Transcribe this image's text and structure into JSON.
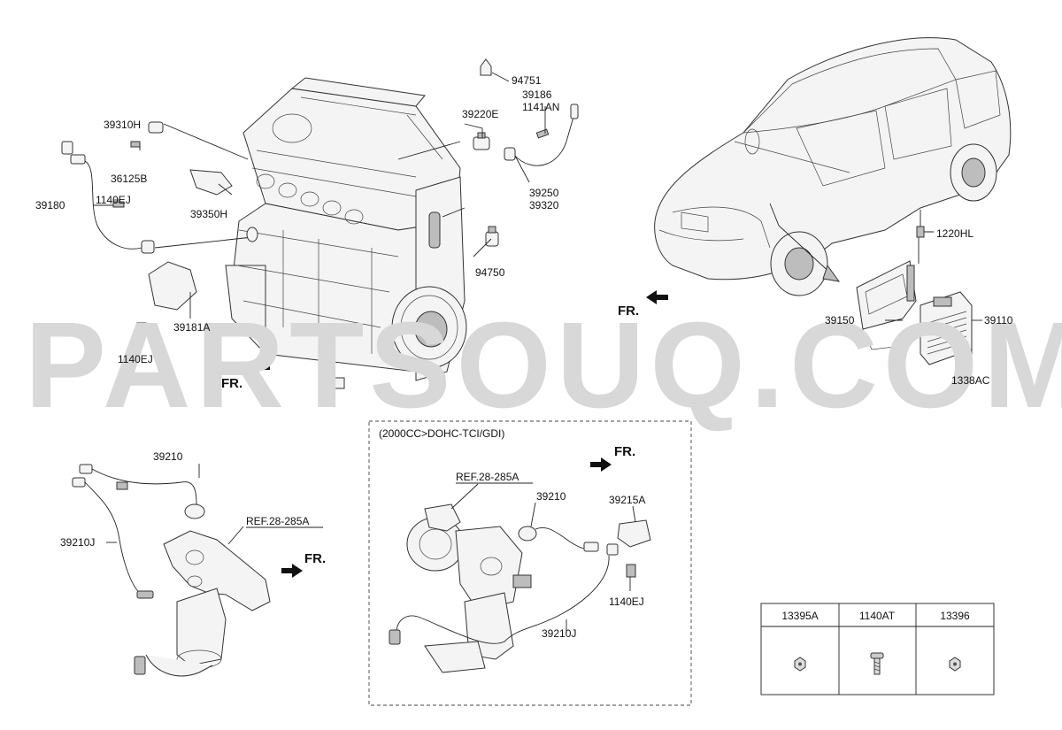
{
  "watermark": "PARTSOUQ.COM",
  "fr_label": "FR.",
  "variant_box_title": "(2000CC>DOHC-TCI/GDI)",
  "labels": {
    "p94751": "94751",
    "p39186": "39186",
    "p1141AN": "1141AN",
    "p39220E": "39220E",
    "p39310H": "39310H",
    "p36125B": "36125B",
    "p39350H": "39350H",
    "p39180": "39180",
    "p1140EJ_a": "1140EJ",
    "p39250": "39250",
    "p39320": "39320",
    "p94750": "94750",
    "p39181A": "39181A",
    "p1140EJ_b": "1140EJ",
    "p1220HL": "1220HL",
    "p39150": "39150",
    "p39110": "39110",
    "p1338AC": "1338AC",
    "p39210_a": "39210",
    "p39210J_a": "39210J",
    "ref_a": "REF.28-285A",
    "ref_b": "REF.28-285A",
    "p39210_b": "39210",
    "p39215A": "39215A",
    "p1140EJ_c": "1140EJ",
    "p39210J_b": "39210J"
  },
  "fasteners_table": {
    "headers": [
      "13395A",
      "1140AT",
      "13396"
    ],
    "icons": [
      "nut-icon",
      "bolt-icon",
      "nut-icon"
    ]
  }
}
